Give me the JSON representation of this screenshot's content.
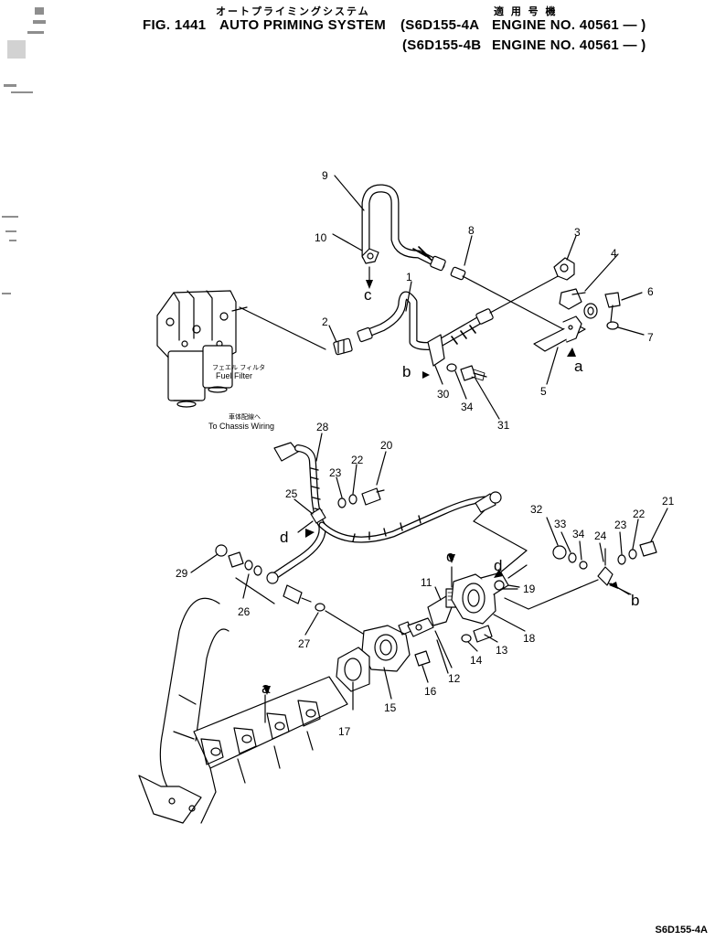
{
  "header": {
    "japanese_title": "オートプライミングシステム",
    "japanese_applicable": "適 用 号 機",
    "fig_label": "FIG. 1441",
    "title": "AUTO PRIMING SYSTEM",
    "model_a": "(S6D155-4A",
    "engine_a": "ENGINE NO. 40561 — )",
    "model_b": "(S6D155-4B",
    "engine_b": "ENGINE NO. 40561 — )"
  },
  "notes": {
    "fuel_filter_jp": "フェエル フィルタ",
    "fuel_filter": "Fuel Filter",
    "chassis_wiring_jp": "車体配線へ",
    "chassis_wiring": "To Chassis Wiring"
  },
  "callouts": [
    "1",
    "2",
    "3",
    "4",
    "5",
    "6",
    "7",
    "8",
    "9",
    "10",
    "11",
    "12",
    "13",
    "14",
    "15",
    "16",
    "17",
    "18",
    "19",
    "20",
    "21",
    "22",
    "22",
    "23",
    "23",
    "24",
    "25",
    "26",
    "27",
    "28",
    "29",
    "30",
    "31",
    "32",
    "33",
    "34",
    "34"
  ],
  "reference_letters": [
    "a",
    "a",
    "b",
    "b",
    "c",
    "c",
    "d",
    "d"
  ],
  "footer": {
    "model_code": "S6D155-4A"
  }
}
